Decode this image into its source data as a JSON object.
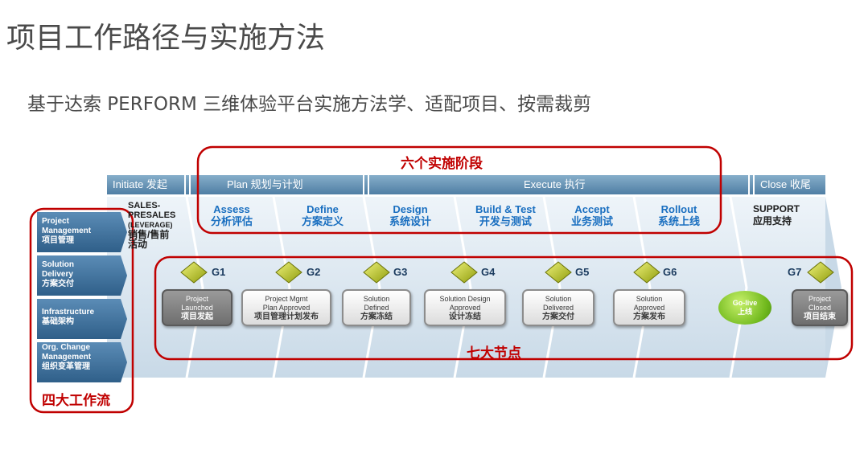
{
  "title": "项目工作路径与实施方法",
  "subtitle": "基于达索 PERFORM 三维体验平台实施方法学、适配项目、按需裁剪",
  "phases": [
    {
      "label": "Initiate 发起"
    },
    {
      "label": "Plan 规划与计划"
    },
    {
      "label": "Execute 执行"
    },
    {
      "label": "Close 收尾"
    }
  ],
  "workstreams": [
    {
      "en1": "Project",
      "en2": "Management",
      "cn": "项目管理"
    },
    {
      "en1": "Solution",
      "en2": "Delivery",
      "cn": "方案交付"
    },
    {
      "en1": "Infrastructure",
      "en2": "",
      "cn": "基础架构"
    },
    {
      "en1": "Org. Change",
      "en2": "Management",
      "cn": "组织变革管理"
    }
  ],
  "presales": {
    "line1": "SALES-",
    "line2": "PRESALES",
    "line3": "(LEVERAGE)",
    "line4": "销售/售前",
    "line5": "活动"
  },
  "activities": [
    {
      "en": "Assess",
      "cn": "分析评估"
    },
    {
      "en": "Define",
      "cn": "方案定义"
    },
    {
      "en": "Design",
      "cn": "系统设计"
    },
    {
      "en": "Build & Test",
      "cn": "开发与测试"
    },
    {
      "en": "Accept",
      "cn": "业务测试"
    },
    {
      "en": "Rollout",
      "cn": "系统上线"
    }
  ],
  "support": {
    "en": "SUPPORT",
    "cn": "应用支持"
  },
  "gates": [
    "G1",
    "G2",
    "G3",
    "G4",
    "G5",
    "G6",
    "G7"
  ],
  "nodes": [
    {
      "l1": "Project",
      "l2": "Launched",
      "cn": "项目发起"
    },
    {
      "l1": "Project Mgmt",
      "l2": "Plan Approved",
      "cn": "项目管理计划发布"
    },
    {
      "l1": "Solution",
      "l2": "Defined",
      "cn": "方案冻结"
    },
    {
      "l1": "Solution Design",
      "l2": "Approved",
      "cn": "设计冻结"
    },
    {
      "l1": "Solution",
      "l2": "Delivered",
      "cn": "方案交付"
    },
    {
      "l1": "Solution",
      "l2": "Approved",
      "cn": "方案发布"
    },
    {
      "l1": "Project",
      "l2": "Closed",
      "cn": "项目结束"
    }
  ],
  "golive": {
    "en": "Go-live",
    "cn": "上线"
  },
  "callouts": {
    "six_phases": "六个实施阶段",
    "seven_nodes": "七大节点",
    "four_streams": "四大工作流"
  },
  "colors": {
    "phase_bar": "#5f8fb5",
    "stream_bg": "#3f6f99",
    "callout_red": "#c00000",
    "activity_blue": "#1a6fc0",
    "gate_diamond": "#b7c414"
  }
}
